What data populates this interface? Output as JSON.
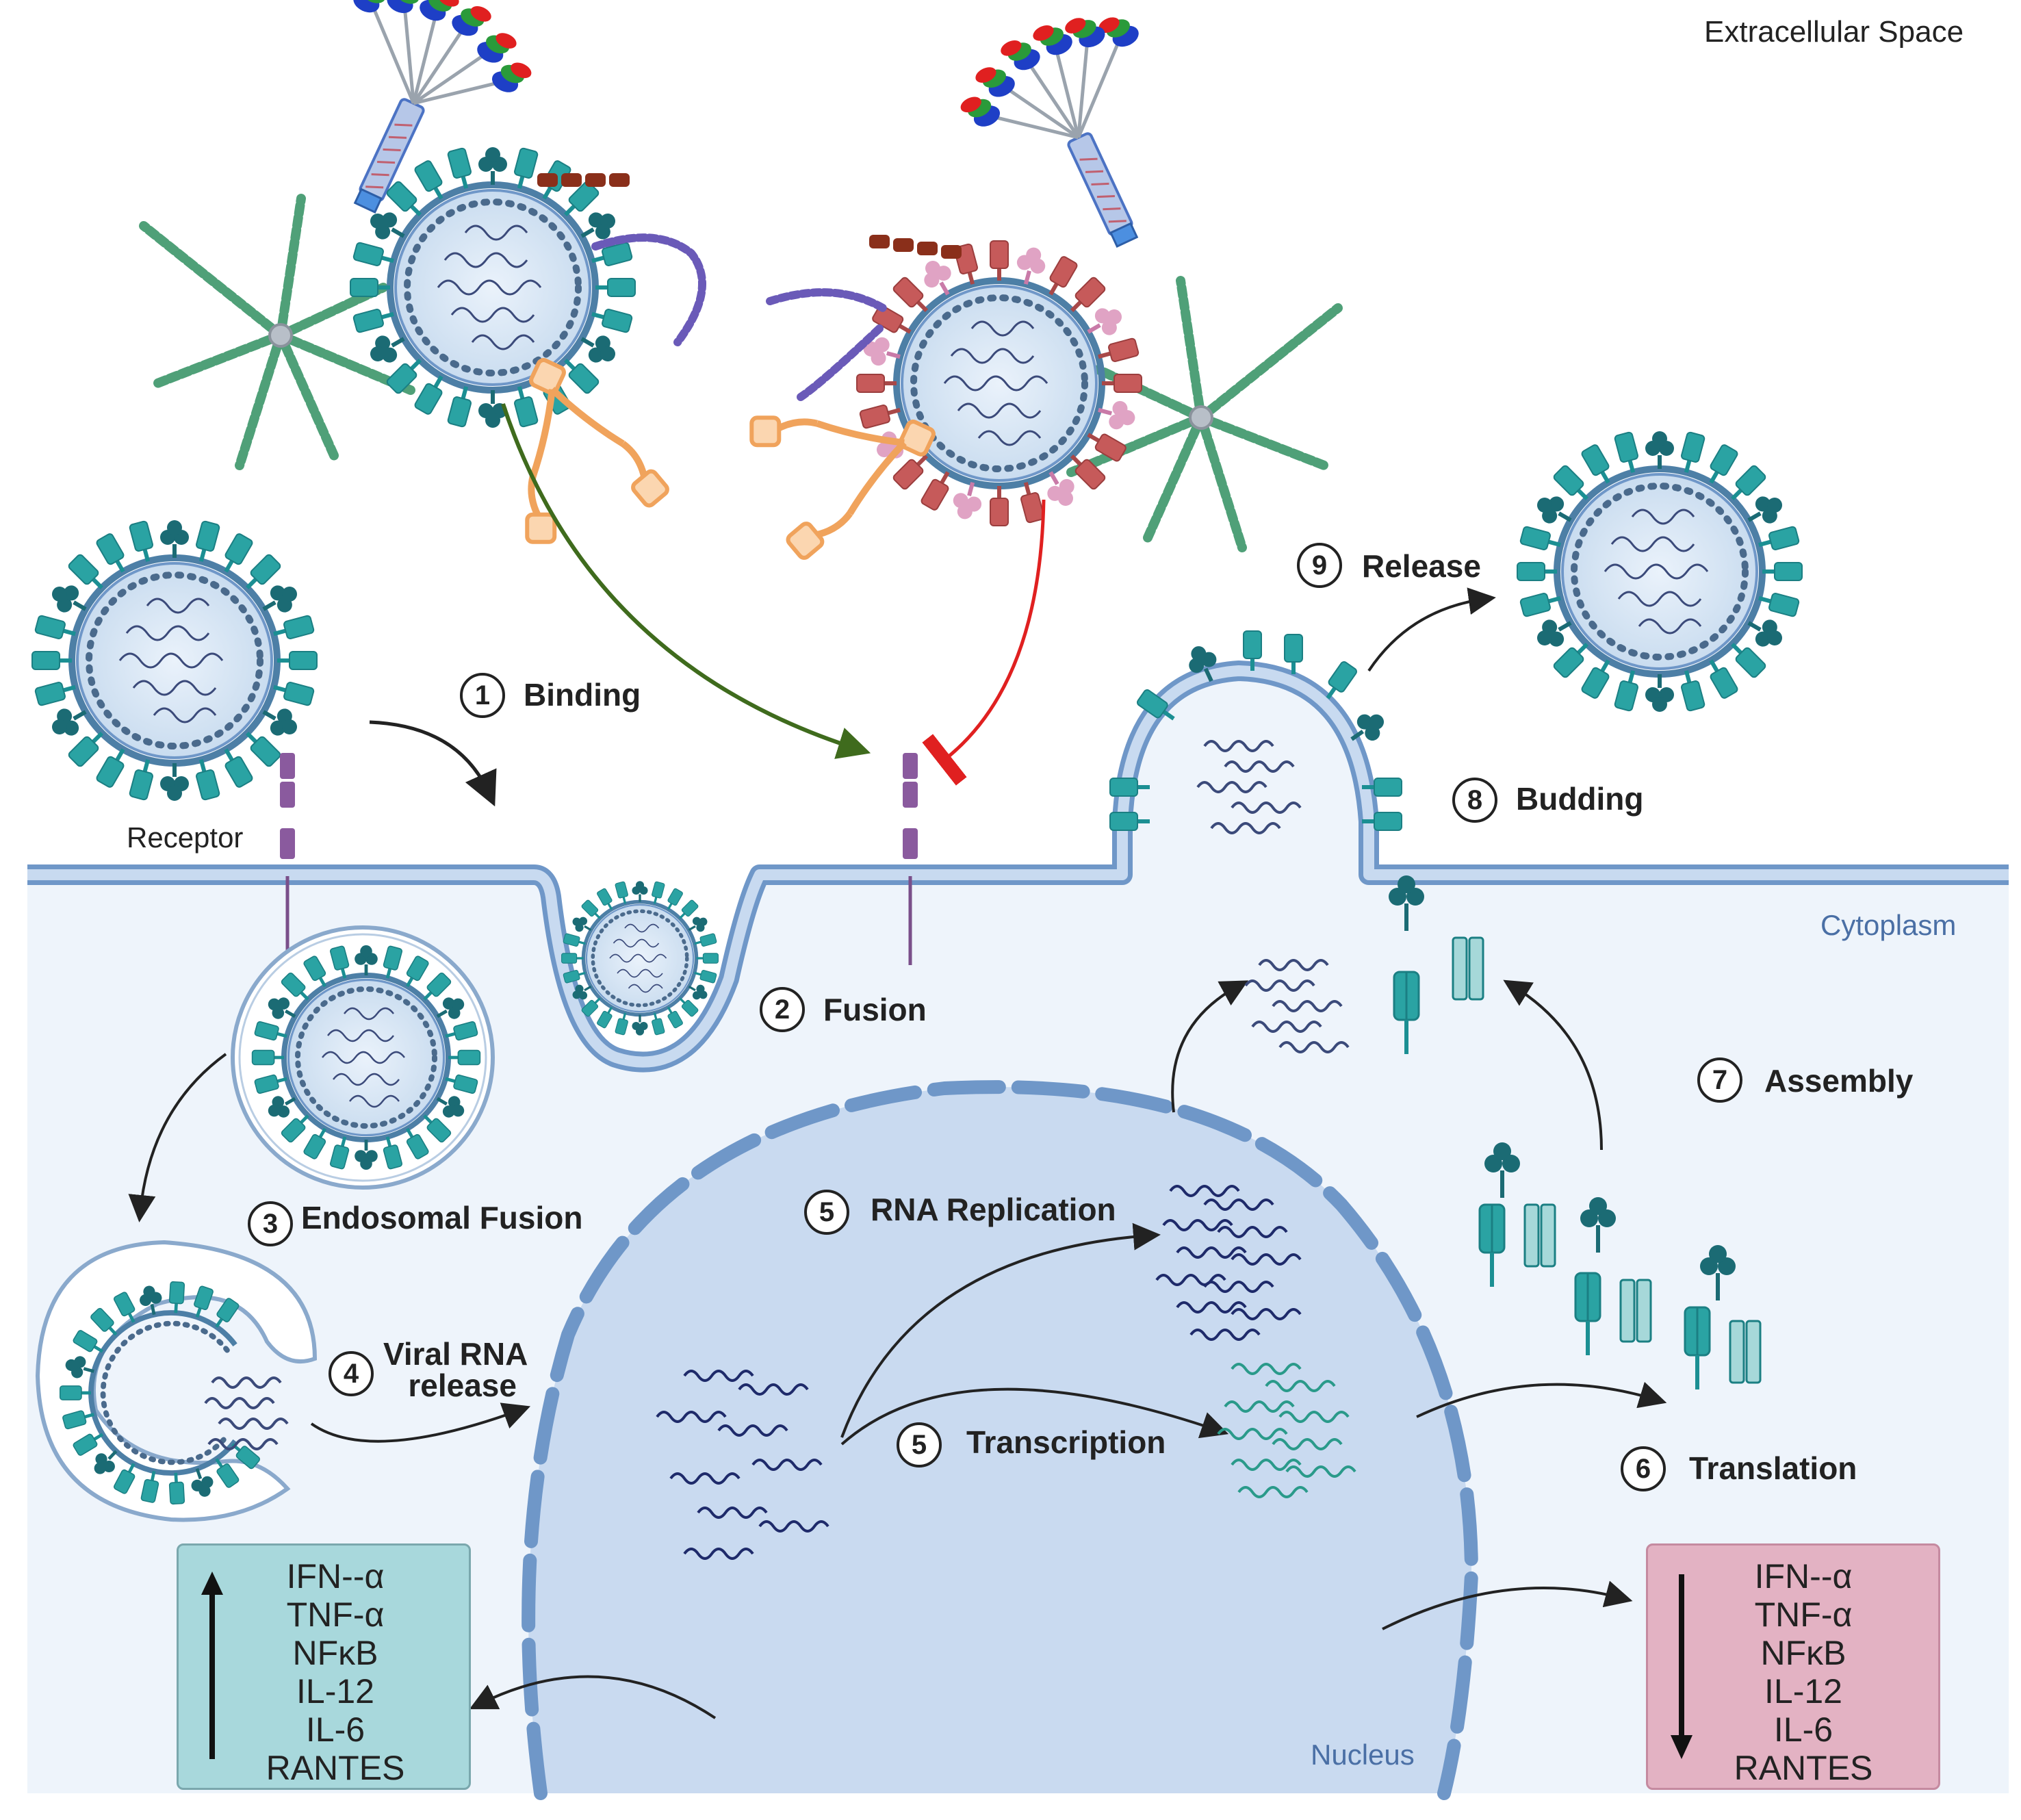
{
  "regions": {
    "extracellular": "Extracellular Space",
    "cytoplasm": "Cytoplasm",
    "nucleus": "Nucleus"
  },
  "receptor_label": "Receptor",
  "steps": [
    {
      "num": "1",
      "label": "Binding"
    },
    {
      "num": "2",
      "label": "Fusion"
    },
    {
      "num": "3",
      "label": "Endosomal Fusion"
    },
    {
      "num": "4",
      "label_line1": "Viral RNA",
      "label_line2": "release"
    },
    {
      "num": "5",
      "label": "RNA Replication"
    },
    {
      "num": "5",
      "label": "Transcription"
    },
    {
      "num": "6",
      "label": "Translation"
    },
    {
      "num": "7",
      "label": "Assembly"
    },
    {
      "num": "8",
      "label": "Budding"
    },
    {
      "num": "9",
      "label": "Release"
    }
  ],
  "cytokines_up": {
    "direction": "up",
    "color": "#a8d8dc",
    "items": [
      "IFN--α",
      "TNF-α",
      "NFκB",
      "IL-12",
      "IL-6",
      "RANTES"
    ]
  },
  "cytokines_down": {
    "direction": "down",
    "color": "#e3b2c3",
    "items": [
      "IFN--α",
      "TNF-α",
      "NFκB",
      "IL-12",
      "IL-6",
      "RANTES"
    ]
  },
  "colors": {
    "cytoplasm": "#eef4fb",
    "nucleus": "#c9daf0",
    "membrane": "#6f97c8",
    "teal": "#2aa3a3",
    "dark_teal": "#1b6b74",
    "spike_red": "#c65a5a",
    "promote_arrow": "#3f6b1d",
    "inhibit_arrow": "#e02020"
  }
}
